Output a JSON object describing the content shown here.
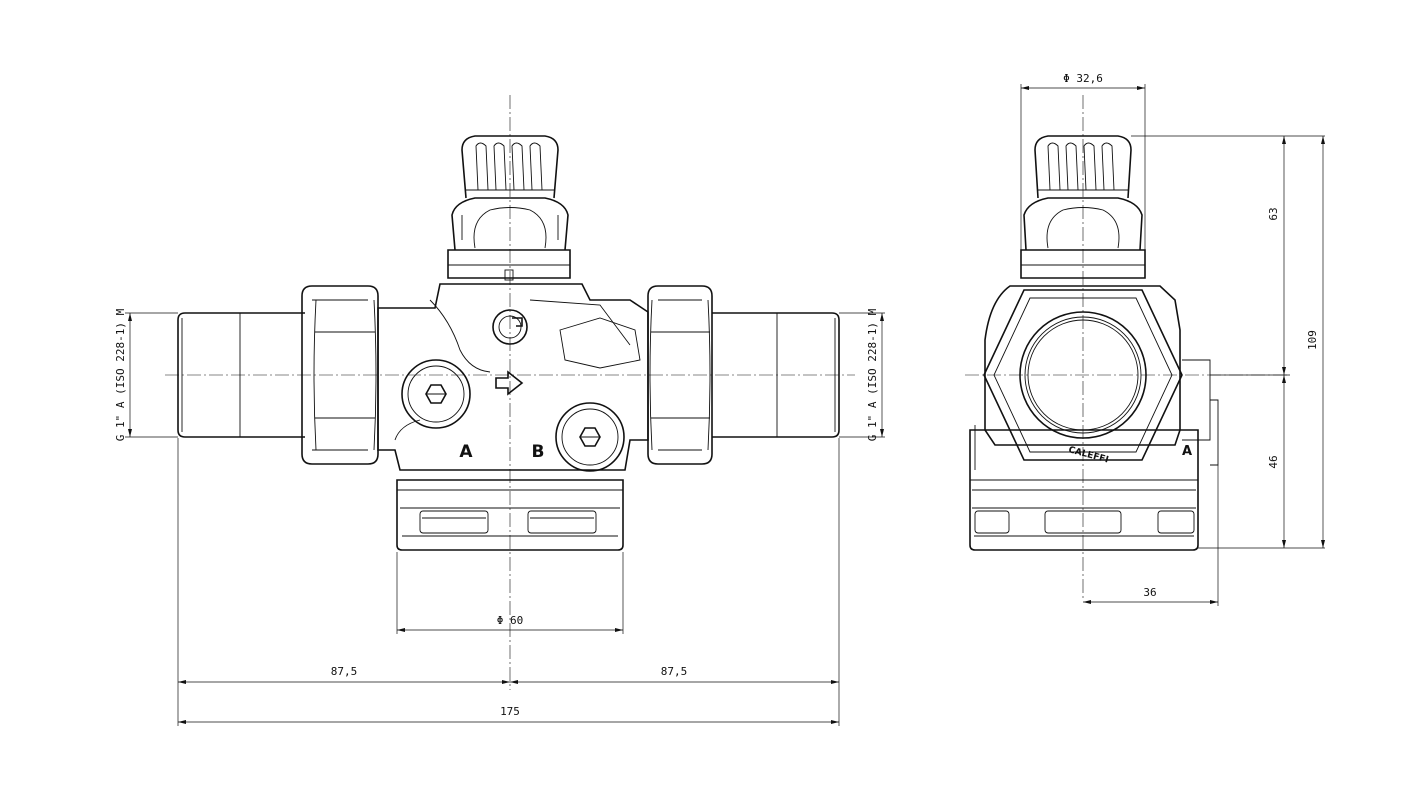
{
  "front_view": {
    "thread_left": "G 1\" A (ISO 228-1) M",
    "thread_right": "G 1\" A (ISO 228-1) M",
    "port_a": "A",
    "port_b": "B",
    "dim_body_diameter": "Φ 60",
    "dim_half_left": "87,5",
    "dim_half_right": "87,5",
    "dim_total_length": "175"
  },
  "side_view": {
    "dim_knob_diameter": "Φ 32,6",
    "dim_upper_height": "63",
    "dim_total_height": "109",
    "dim_lower_height": "46",
    "dim_offset": "36",
    "brand_text": "CALEFFI",
    "port_a": "A"
  }
}
